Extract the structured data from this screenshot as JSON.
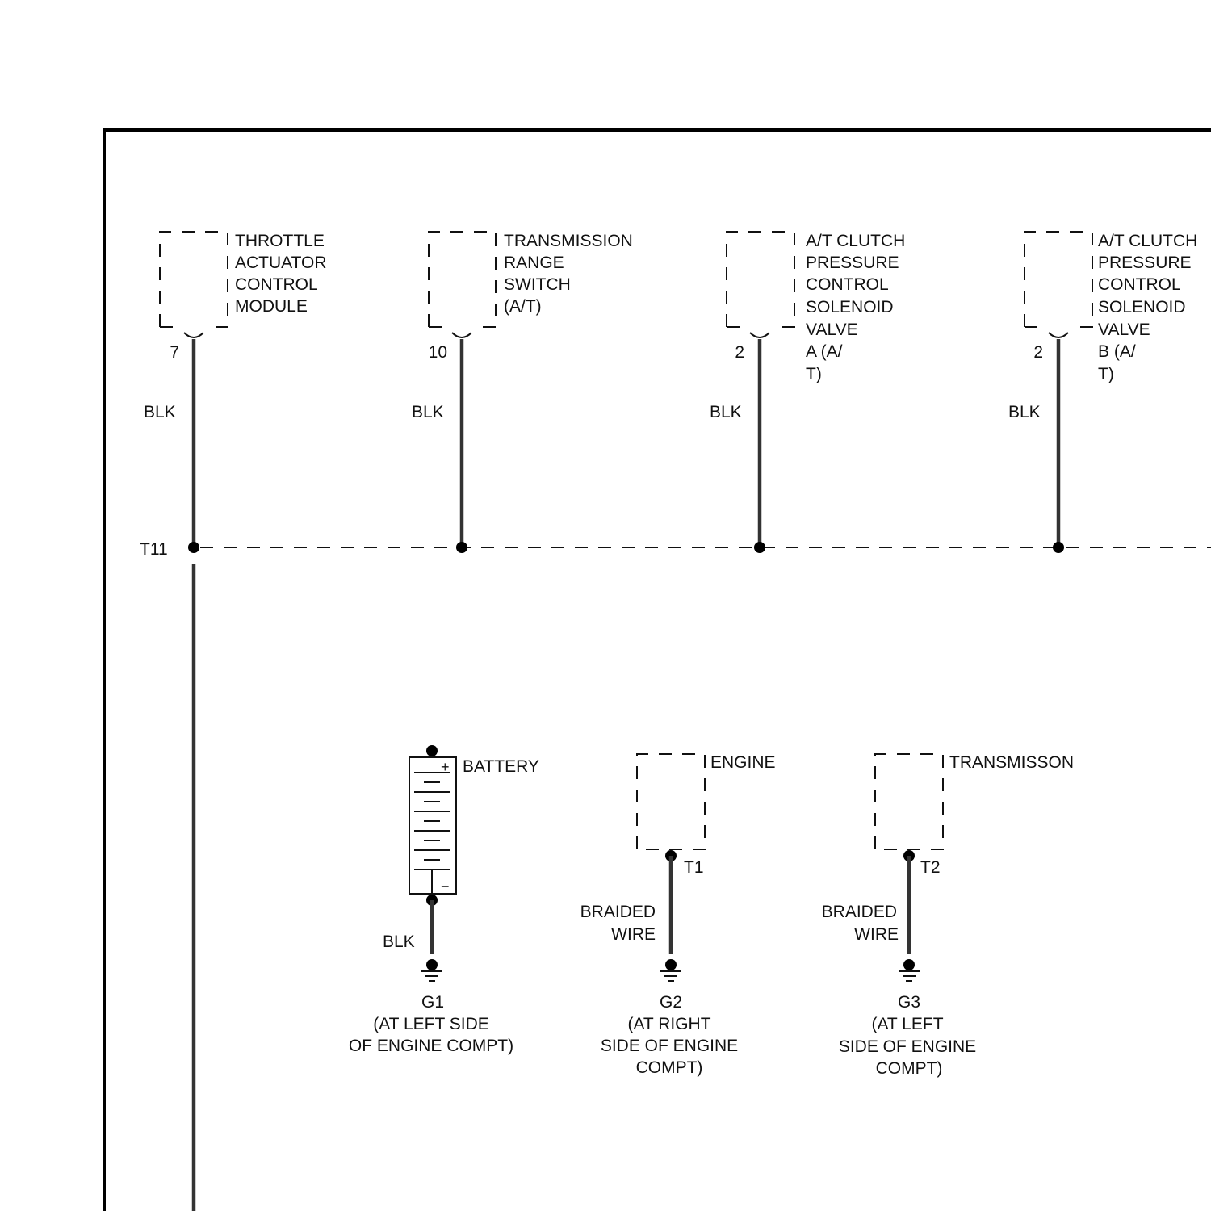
{
  "components": [
    {
      "lines": [
        "THROTTLE",
        "ACTUATOR",
        "CONTROL",
        "MODULE"
      ],
      "pin": "7",
      "wire": "BLK"
    },
    {
      "lines": [
        "TRANSMISSION",
        "RANGE",
        "SWITCH",
        "(A/T)"
      ],
      "pin": "10",
      "wire": "BLK"
    },
    {
      "lines": [
        "A/T CLUTCH",
        "PRESSURE",
        "CONTROL",
        "SOLENOID",
        "VALVE",
        "A (A/",
        "T)"
      ],
      "pin": "2",
      "wire": "BLK"
    },
    {
      "lines": [
        "A/T CLUTCH",
        "PRESSURE",
        "CONTROL",
        "SOLENOID",
        "VALVE",
        "B (A/",
        "T)"
      ],
      "pin": "2",
      "wire": "BLK"
    }
  ],
  "splice": {
    "label": "T11"
  },
  "battery": {
    "label": "BATTERY",
    "plus": "+",
    "minus": "−",
    "wire": "BLK"
  },
  "grounds": [
    {
      "id": "G1",
      "lines": [
        "(AT LEFT SIDE",
        "OF ENGINE COMPT)"
      ]
    },
    {
      "id": "G2",
      "lines": [
        "(AT RIGHT",
        "SIDE OF ENGINE",
        "COMPT)"
      ]
    },
    {
      "id": "G3",
      "lines": [
        "(AT LEFT",
        "SIDE OF ENGINE",
        "COMPT)"
      ]
    }
  ],
  "engine": {
    "label": "ENGINE",
    "terminal": "T1",
    "wire_lines": [
      "BRAIDED",
      "WIRE"
    ]
  },
  "transmission": {
    "label": "TRANSMISSON",
    "terminal": "T2",
    "wire_lines": [
      "BRAIDED",
      "WIRE"
    ]
  }
}
